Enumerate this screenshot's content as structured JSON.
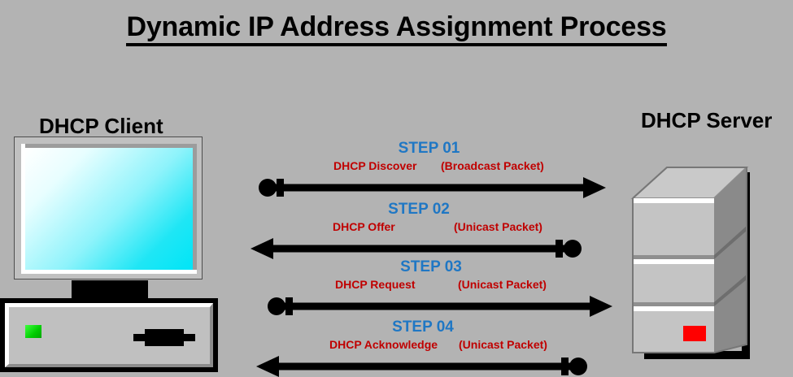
{
  "page": {
    "title": "Dynamic IP Address Assignment Process",
    "background_color": "#b3b3b3"
  },
  "colors": {
    "step_label": "#1f77c4",
    "message_text": "#c00000",
    "title_text": "#000000",
    "arrow": "#000000",
    "client_led": "#00cc00",
    "server_led": "#ff0000",
    "screen_gradient_from": "#ffffff",
    "screen_gradient_to": "#00e5f7"
  },
  "client": {
    "caption": "DHCP Client",
    "icon_name": "desktop-computer-icon",
    "power_led_name": "client-power-led",
    "drive_slot_name": "client-drive-slot"
  },
  "server": {
    "caption": "DHCP Server",
    "icon_name": "server-tower-icon",
    "panel_count": 3,
    "power_led_name": "server-power-led"
  },
  "messages": [
    {
      "step": "STEP 01",
      "name": "DHCP Discover",
      "cast": "(Broadcast Packet)",
      "direction": "client-to-server",
      "arrow_name": "arrow-client-to-server-discover"
    },
    {
      "step": "STEP 02",
      "name": "DHCP Offer",
      "cast": "(Unicast Packet)",
      "direction": "server-to-client",
      "arrow_name": "arrow-server-to-client-offer"
    },
    {
      "step": "STEP 03",
      "name": "DHCP Request",
      "cast": "(Unicast Packet)",
      "direction": "client-to-server",
      "arrow_name": "arrow-client-to-server-request"
    },
    {
      "step": "STEP 04",
      "name": "DHCP Acknowledge",
      "cast": "(Unicast Packet)",
      "direction": "server-to-client",
      "arrow_name": "arrow-server-to-client-acknowledge"
    }
  ]
}
